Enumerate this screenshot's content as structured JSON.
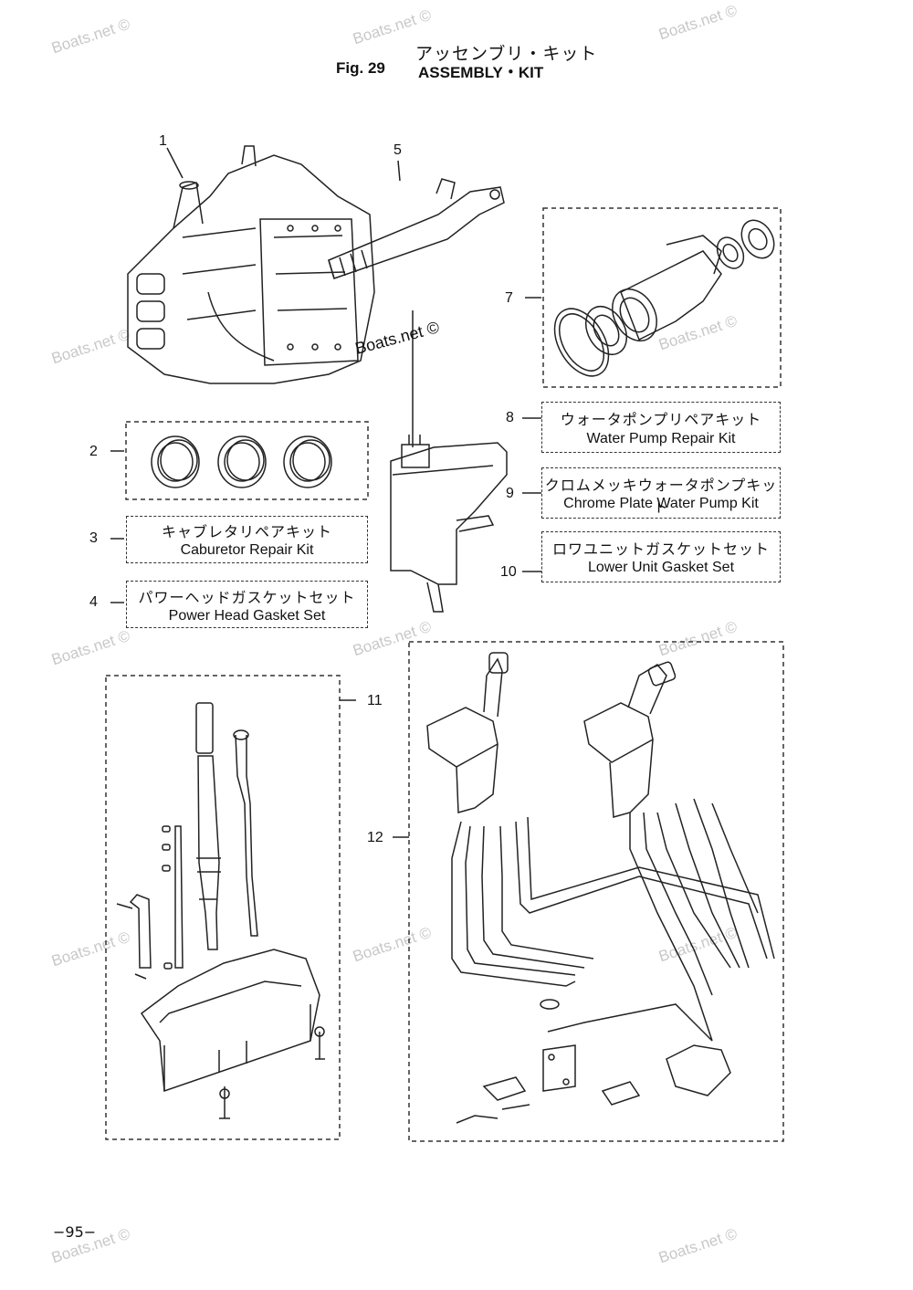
{
  "title": {
    "jp": "アッセンブリ・キット",
    "fig": "Fig. 29",
    "en": "ASSEMBLY・KIT"
  },
  "watermark": "Boats.net ©",
  "overlay_text": "Boats.net ©",
  "callouts": [
    "1",
    "2",
    "3",
    "4",
    "5",
    "7",
    "8",
    "9",
    "10",
    "11",
    "12"
  ],
  "kits": {
    "carb": {
      "jp": "キャブレタリペアキット",
      "en": "Caburetor Repair Kit"
    },
    "powerhead": {
      "jp": "パワーヘッドガスケットセット",
      "en": "Power Head Gasket Set"
    },
    "waterpump": {
      "jp": "ウォータポンプリペアキット",
      "en": "Water Pump Repair Kit"
    },
    "chrome": {
      "jp": "クロムメッキウォータポンプキット",
      "en": "Chrome Plate Water Pump Kit"
    },
    "lowerunit": {
      "jp": "ロワユニットガスケットセット",
      "en": "Lower Unit Gasket Set"
    }
  },
  "page_number": "−95−",
  "colors": {
    "line": "#222222",
    "watermark": "#c8c8c8"
  }
}
